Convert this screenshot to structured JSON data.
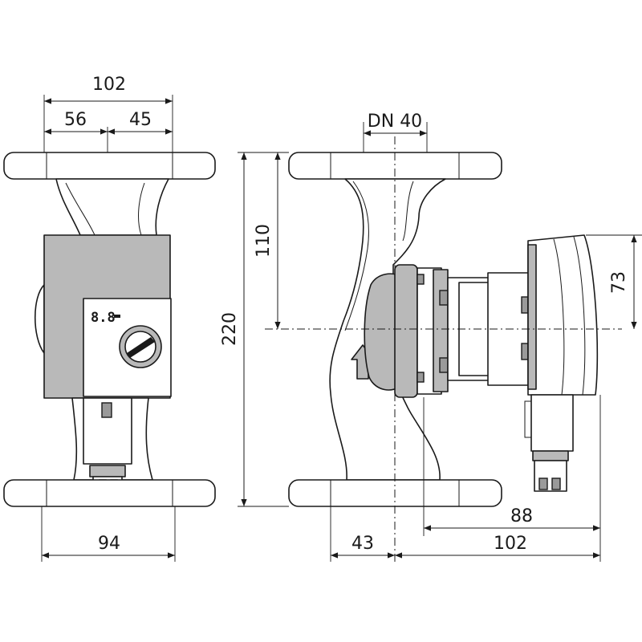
{
  "dimensions": {
    "front_width_top": "102",
    "front_left": "56",
    "front_right": "45",
    "front_width_bottom": "94",
    "nominal_diameter": "DN 40",
    "height_total": "220",
    "height_half": "110",
    "motor_height": "73",
    "side_left": "43",
    "side_right": "102",
    "side_motor": "88"
  },
  "display": {
    "readout": "8.8"
  }
}
